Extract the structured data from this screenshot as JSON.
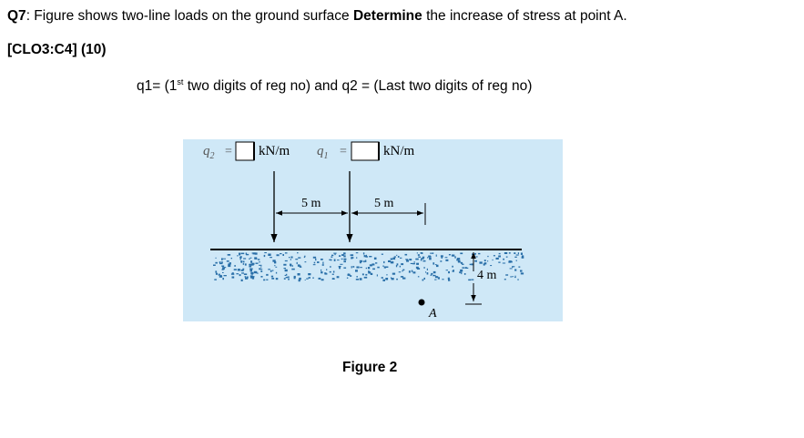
{
  "question": {
    "number": "Q7",
    "text_before": ": Figure shows two-line loads on the ground surface ",
    "bold_word": "Determine",
    "text_after": " the increase of stress at point A."
  },
  "clo": "[CLO3:C4] (10)",
  "given": {
    "q1_prefix": "q1= (1",
    "q1_superscript": "st",
    "q1_suffix": " two digits of reg no) and q2 = (Last two digits of reg no)"
  },
  "figure": {
    "q2_symbol": "q",
    "q2_subscript": "2",
    "q1_symbol": "q",
    "q1_subscript": "1",
    "equals": "=",
    "unit": "kN/m",
    "dim1": "5 m",
    "dim2": "5 m",
    "depth": "4 m",
    "point_label": "A",
    "colors": {
      "background": "#cfe8f7",
      "ground_speckle": "#2a6fa8",
      "line": "#000000"
    }
  },
  "caption": "Figure 2"
}
